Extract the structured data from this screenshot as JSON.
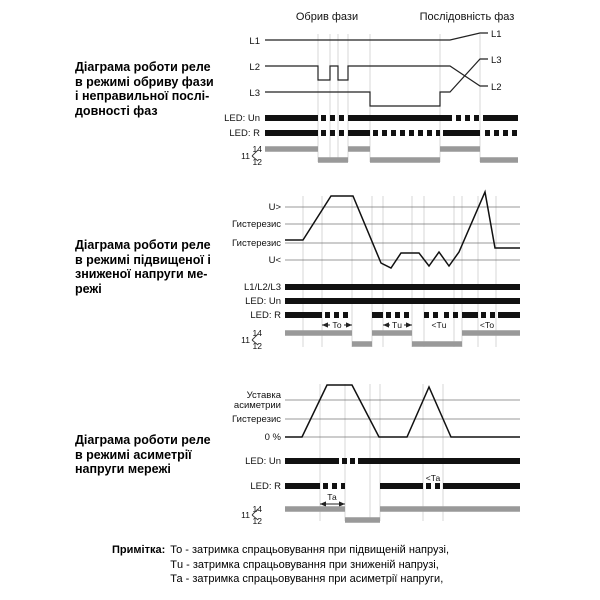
{
  "header": {
    "fault_label": "Обрив фази",
    "sequence_label": "Послідовність фаз"
  },
  "diagram1": {
    "title_lines": [
      "Діаграма роботи реле",
      "в режимі обриву фази",
      "і неправильної послі-",
      "довності фаз"
    ],
    "signals": {
      "l1": "L1",
      "l2": "L2",
      "l3": "L3",
      "led_un": "LED: Un",
      "led_r": "LED: R"
    },
    "right_labels": {
      "top": "L1",
      "mid": "L3",
      "bottom": "L2"
    },
    "contacts": {
      "c14": "14",
      "c11": "11",
      "c12": "12"
    }
  },
  "diagram2": {
    "title_lines": [
      "Діаграма роботи реле",
      "в режимі підвищеної і",
      "зниженої напруги ме-",
      "режі"
    ],
    "levels": {
      "over": "U>",
      "hyst_top": "Гистерезис",
      "hyst_bottom": "Гистерезис",
      "under": "U<"
    },
    "signals": {
      "phases": "L1/L2/L3",
      "led_un": "LED: Un",
      "led_r": "LED: R"
    },
    "timing": {
      "to": "То",
      "tu": "Тu",
      "lt_tu": "<Тu",
      "lt_to": "<То"
    },
    "contacts": {
      "c14": "14",
      "c11": "11",
      "c12": "12"
    }
  },
  "diagram3": {
    "title_lines": [
      "Діаграма роботи реле",
      "в  режимі асиметрії",
      "напруги мережі"
    ],
    "levels": {
      "setpoint_1": "Уставка",
      "setpoint_2": "асиметрии",
      "hyst": "Гистерезис",
      "zero": "0 %"
    },
    "signals": {
      "led_un": "LED: Un",
      "led_r": "LED: R"
    },
    "timing": {
      "ta": "Та",
      "lt_ta": "<Та"
    },
    "contacts": {
      "c14": "14",
      "c11": "11",
      "c12": "12"
    }
  },
  "note": {
    "label": "Примітка:",
    "lines": [
      "То - затримка спрацьовування при підвищеній напрузі,",
      "Тu - затримка спрацьовування при зниженій напрузі,",
      "Та - затримка спрацьовування при асиметрії напруги,"
    ]
  },
  "colors": {
    "led": "#111111",
    "contact_gray": "#999999"
  }
}
